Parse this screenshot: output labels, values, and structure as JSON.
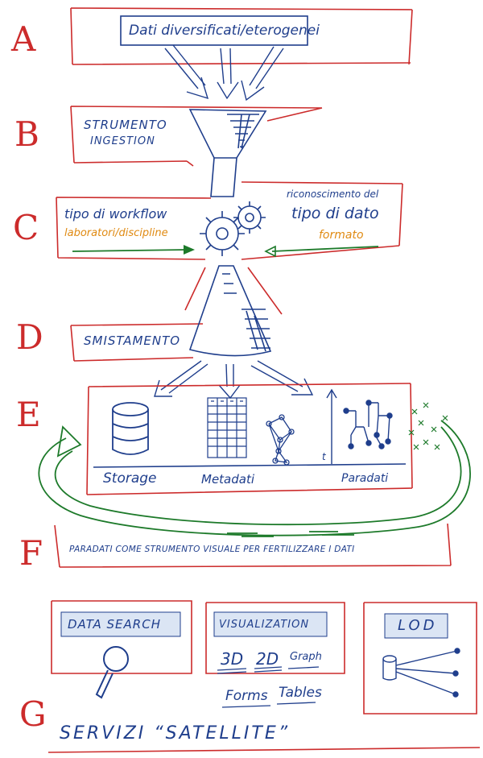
{
  "labels": [
    "A",
    "B",
    "C",
    "D",
    "E",
    "F",
    "G"
  ],
  "input_box": "Dati diversificati/eterogenei",
  "ingestion": {
    "line1": "STRUMENTO",
    "line2": "INGESTION"
  },
  "workflow": {
    "title": "tipo di workflow",
    "subtitle": "laboratori/discipline"
  },
  "datatype": {
    "title_line1": "riconoscimento del",
    "title_line2": "tipo di dato",
    "subtitle": "formato"
  },
  "sorting": "SMISTAMENTO",
  "outputs": {
    "storage": "Storage",
    "metadata": "Metadati",
    "paradata": "Paradati",
    "axis": "t"
  },
  "paradata_caption": "PARADATI COME STRUMENTO VISUALE PER FERTILIZZARE I DATI",
  "services": {
    "data_search": "DATA SEARCH",
    "visualization": "VISUALIZATION",
    "vis_items": [
      "3D",
      "2D",
      "Graph",
      "Forms",
      "Tables"
    ],
    "lod": "LOD",
    "footer": "SERVIZI “SATELLITE”"
  },
  "colors": {
    "frame": "#cc2b2b",
    "ink": "#1f3e8c",
    "green": "#1d7a2a",
    "orange": "#e08a12",
    "panel": "#dbe5f4"
  }
}
